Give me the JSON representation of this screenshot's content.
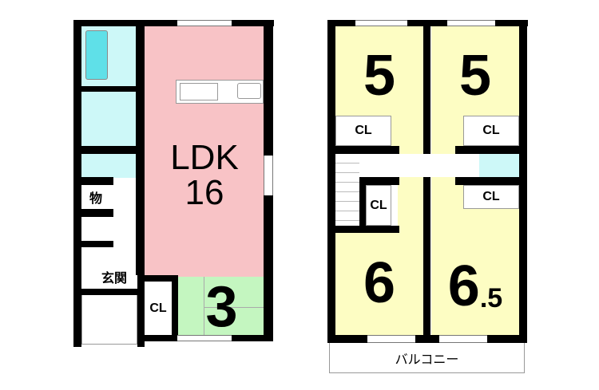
{
  "first_floor": {
    "ldk_label": "LDK",
    "ldk_size": "16",
    "tatami_room_size": "3",
    "closet_label": "CL",
    "storage_label": "物",
    "entrance_label": "玄関"
  },
  "second_floor": {
    "room_top_left_size": "5",
    "room_top_right_size": "5",
    "room_bottom_left_size": "6",
    "room_bottom_right_size": "6",
    "room_bottom_right_fraction": ".5",
    "closet_label": "CL",
    "balcony_label": "バルコニー"
  },
  "colors": {
    "ldk": "#f8c3c6",
    "tatami": "#c4f6c0",
    "bedroom": "#fdfdc3",
    "wet": "#cdf8f8",
    "wall": "#000000"
  }
}
